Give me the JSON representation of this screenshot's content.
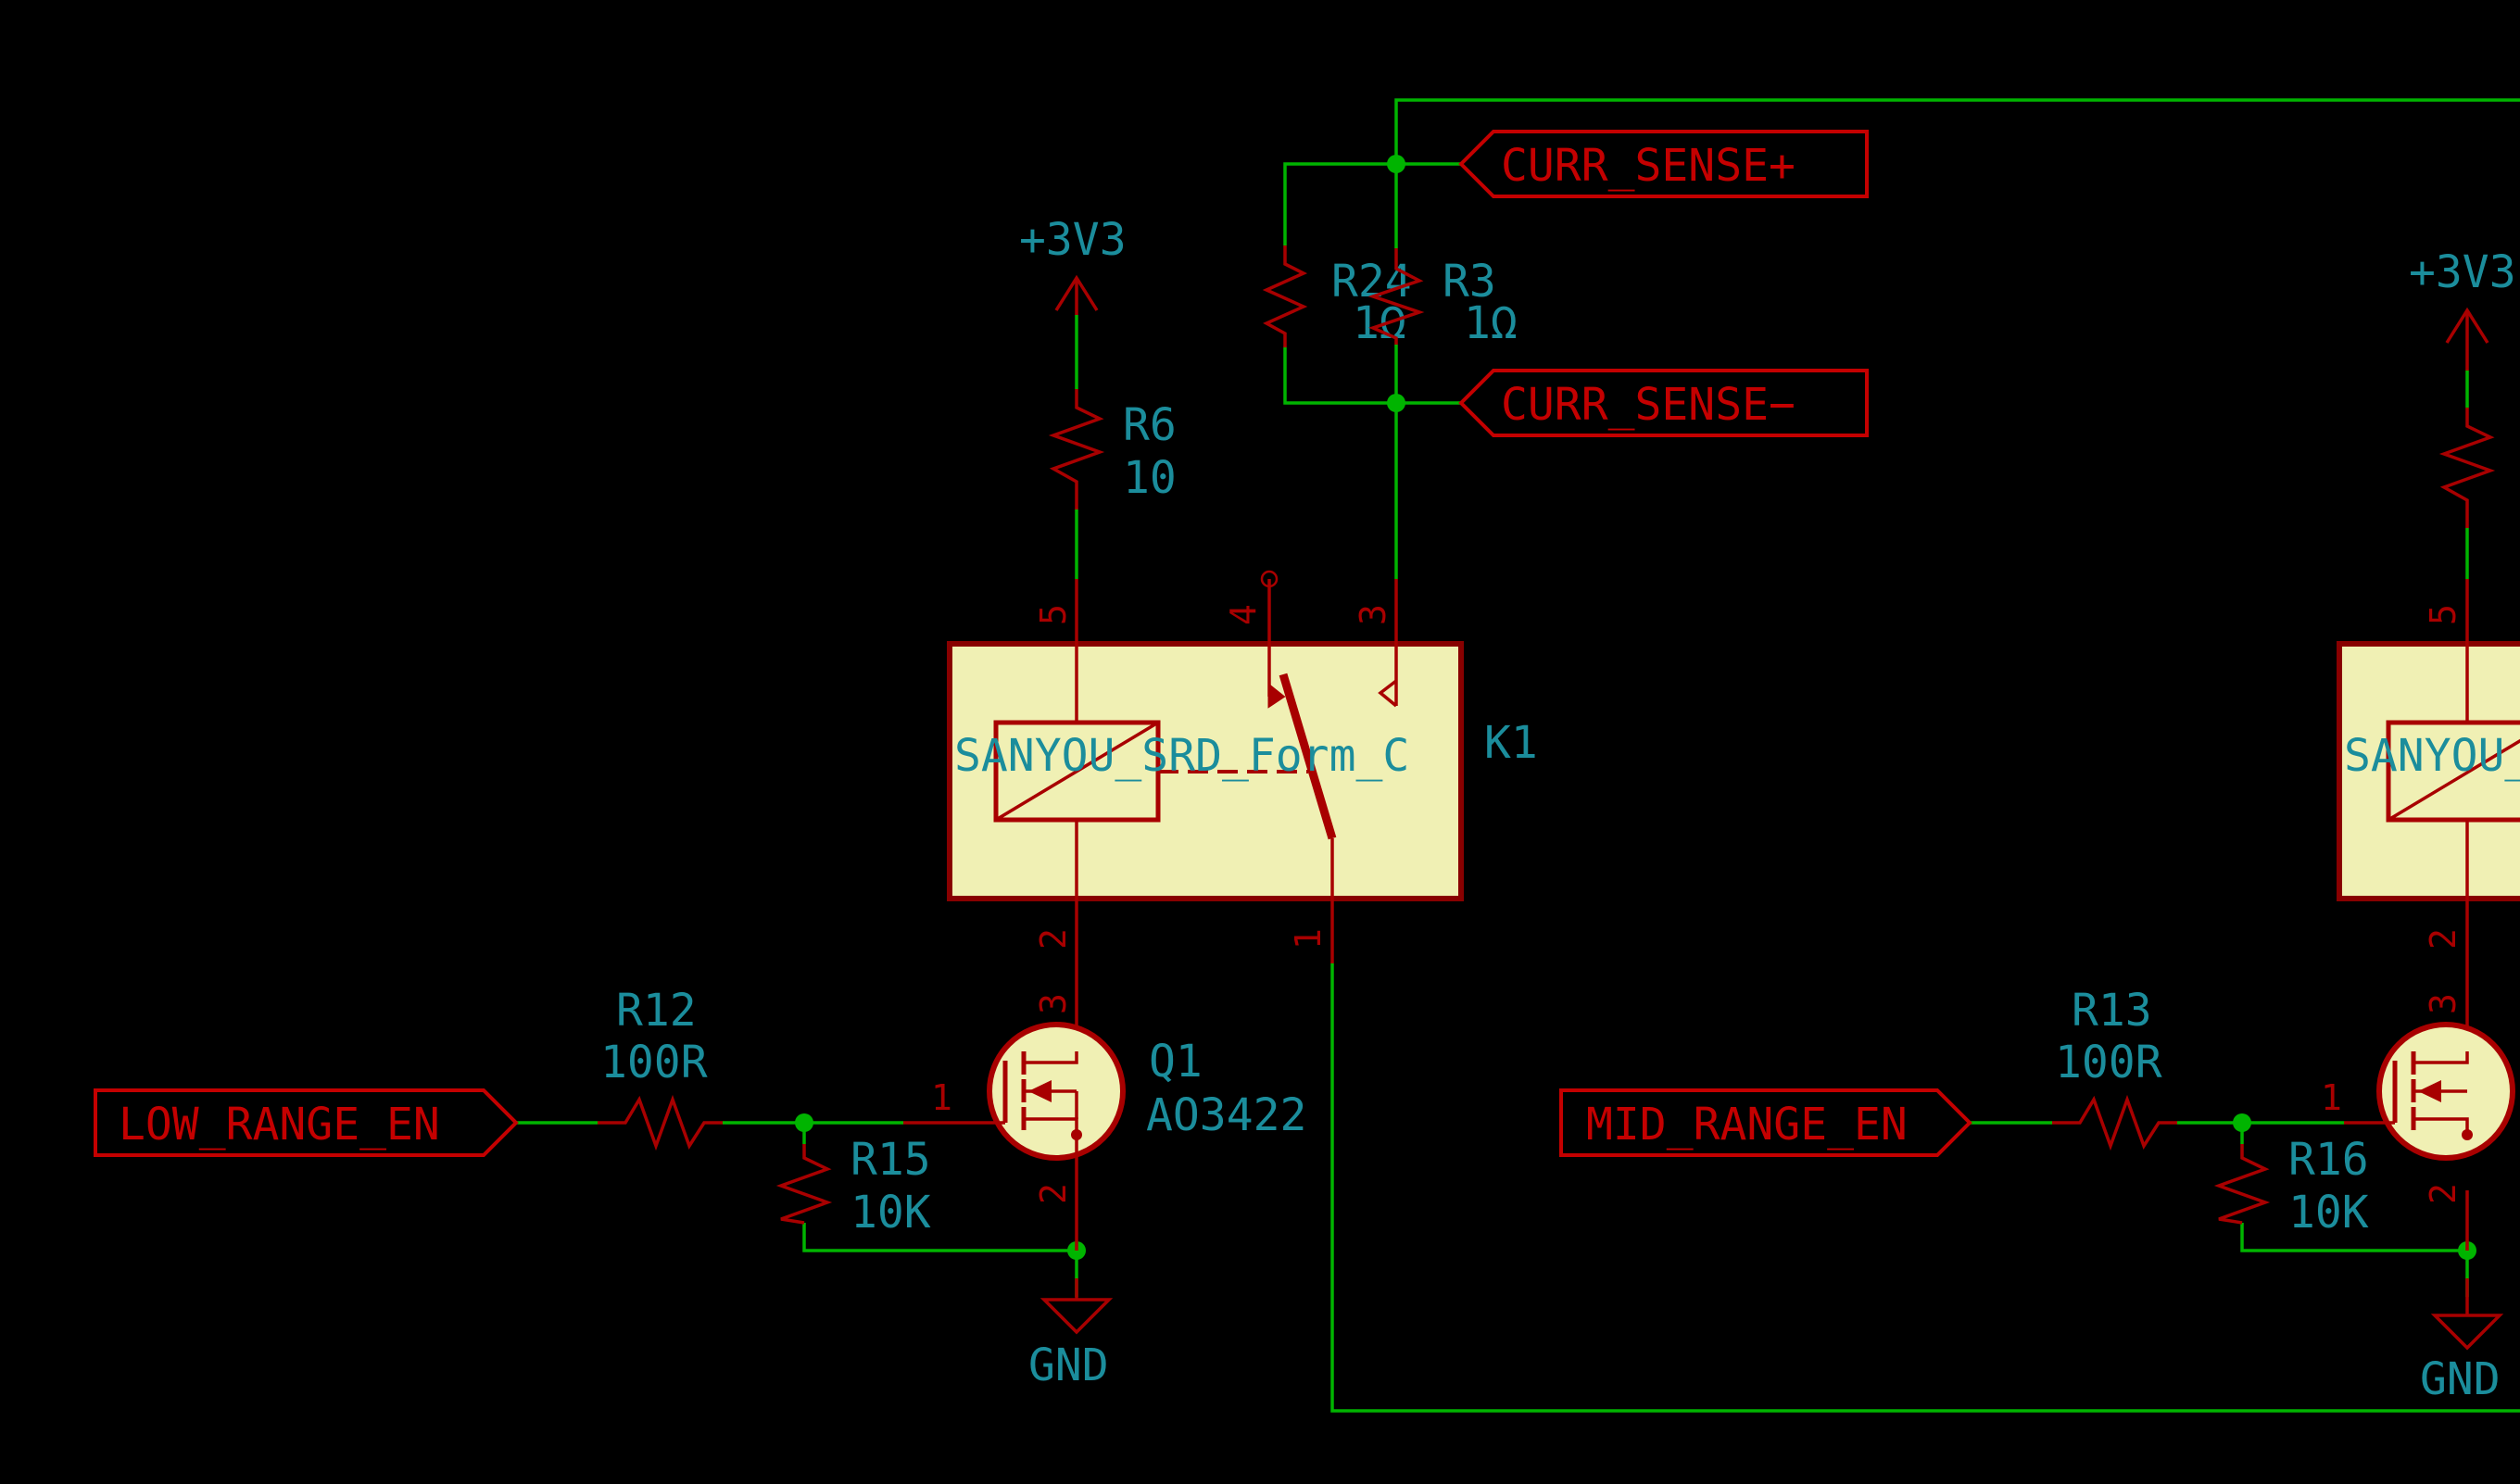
{
  "colors": {
    "background": "#000000",
    "wire": "#00b400",
    "symbol": "#a80000",
    "symbol_fill": "#f0f0b4",
    "field_text": "#1b8d9c",
    "label_text": "#c40000"
  },
  "labels": {
    "curr_sense_plus": "CURR_SENSE+",
    "curr_sense_minus": "CURR_SENSE−",
    "low_range_en": "LOW_RANGE_EN",
    "mid_range_en": "MID_RANGE_EN"
  },
  "power": {
    "v3v3_left": "+3V3",
    "v3v3_right": "+3V3",
    "gnd_left": "GND",
    "gnd_right": "GND"
  },
  "components": {
    "r24": {
      "ref": "R24",
      "value": "1Ω"
    },
    "r3": {
      "ref": "R3",
      "value": "1Ω"
    },
    "r6": {
      "ref": "R6",
      "value": "10"
    },
    "k1": {
      "ref": "K1",
      "value": "SANYOU_SRD_Form_C"
    },
    "k2": {
      "value": "SANYOU_SRD_Form_C"
    },
    "q1": {
      "ref": "Q1",
      "value": "AO3422"
    },
    "r12": {
      "ref": "R12",
      "value": "100R"
    },
    "r15": {
      "ref": "R15",
      "value": "10K"
    },
    "r13": {
      "ref": "R13",
      "value": "100R"
    },
    "r16": {
      "ref": "R16",
      "value": "10K"
    }
  },
  "pins": {
    "k1_coil_top": "5",
    "k1_no": "4",
    "k1_nc": "3",
    "k1_coil_bottom": "2",
    "k1_com": "1",
    "q1_drain": "3",
    "q1_gate": "1",
    "q1_source": "2",
    "k2_coil_top": "5",
    "k2_coil_bottom": "2",
    "q2_drain": "3",
    "q2_gate": "1",
    "q2_source": "2"
  }
}
